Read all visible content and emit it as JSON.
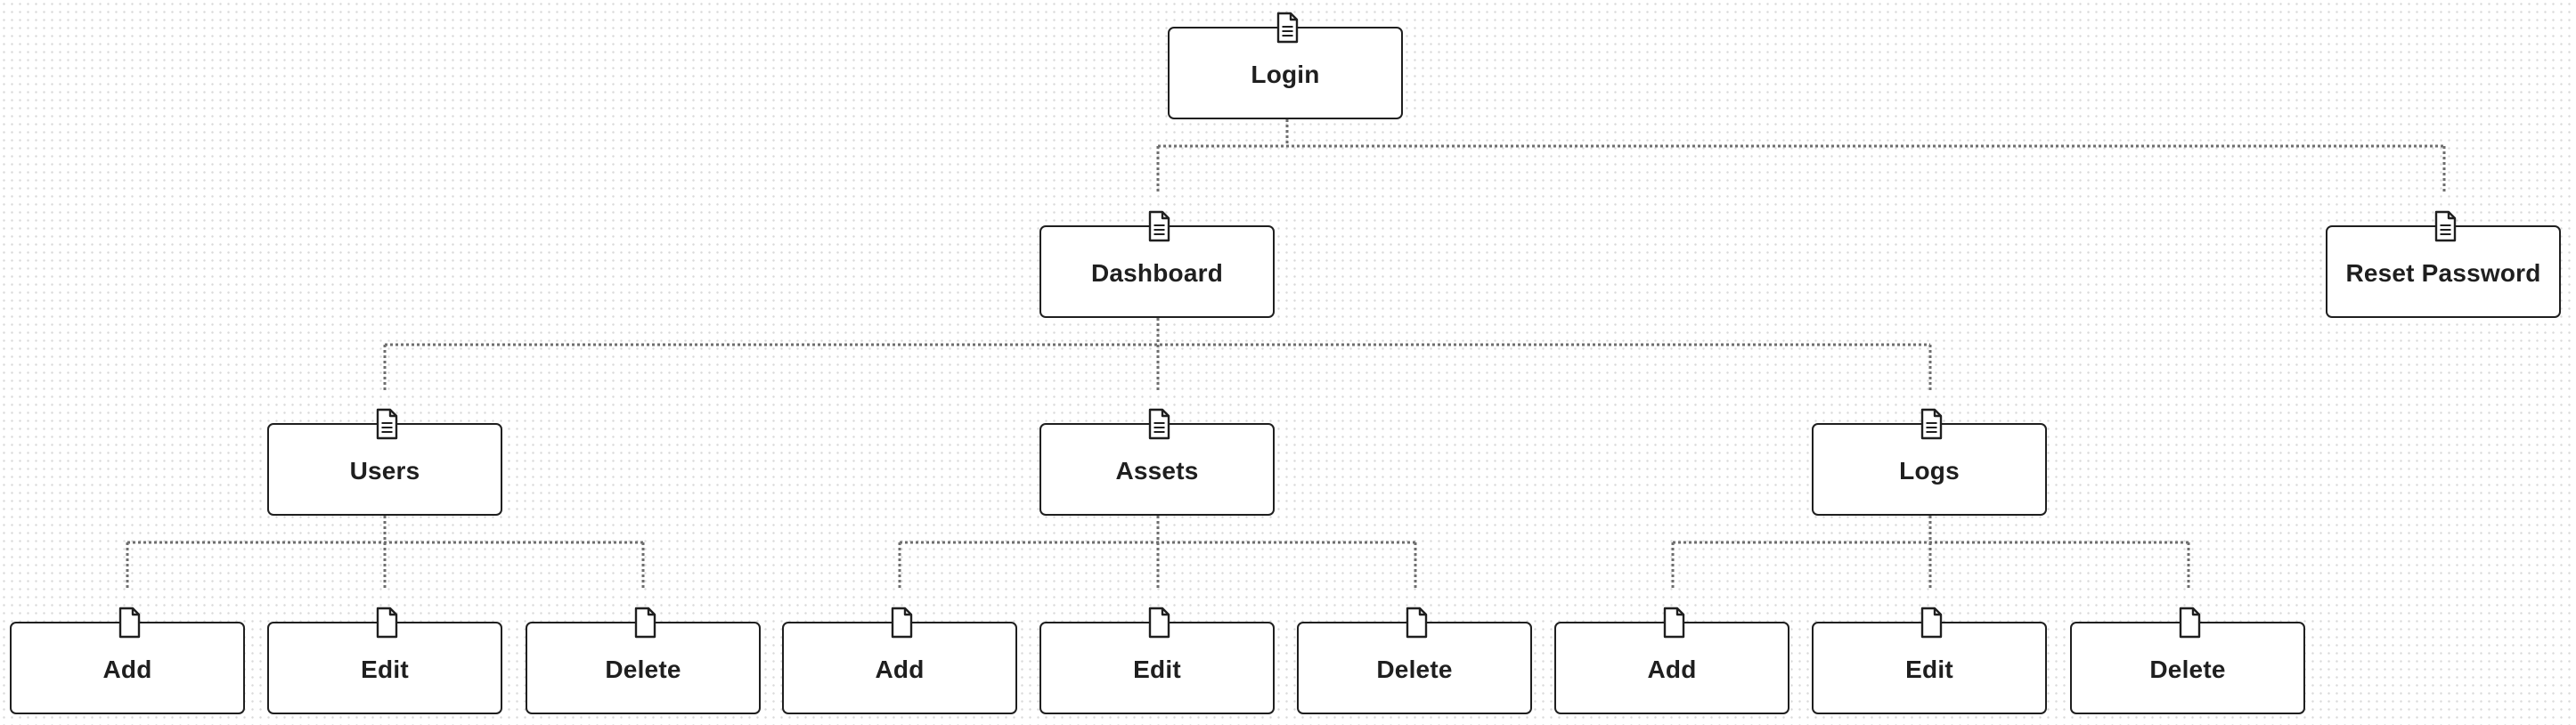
{
  "diagram": {
    "nodes": [
      {
        "id": "login",
        "label": "Login",
        "icon": "document-lines-icon"
      },
      {
        "id": "dashboard",
        "label": "Dashboard",
        "icon": "document-lines-icon"
      },
      {
        "id": "reset-password",
        "label": "Reset Password",
        "icon": "document-lines-icon"
      },
      {
        "id": "users",
        "label": "Users",
        "icon": "document-lines-icon"
      },
      {
        "id": "assets",
        "label": "Assets",
        "icon": "document-lines-icon"
      },
      {
        "id": "logs",
        "label": "Logs",
        "icon": "document-lines-icon"
      },
      {
        "id": "users-add",
        "label": "Add",
        "icon": "document-blank-icon"
      },
      {
        "id": "users-edit",
        "label": "Edit",
        "icon": "document-blank-icon"
      },
      {
        "id": "users-delete",
        "label": "Delete",
        "icon": "document-blank-icon"
      },
      {
        "id": "assets-add",
        "label": "Add",
        "icon": "document-blank-icon"
      },
      {
        "id": "assets-edit",
        "label": "Edit",
        "icon": "document-blank-icon"
      },
      {
        "id": "assets-delete",
        "label": "Delete",
        "icon": "document-blank-icon"
      },
      {
        "id": "logs-add",
        "label": "Add",
        "icon": "document-blank-icon"
      },
      {
        "id": "logs-edit",
        "label": "Edit",
        "icon": "document-blank-icon"
      },
      {
        "id": "logs-delete",
        "label": "Delete",
        "icon": "document-blank-icon"
      }
    ],
    "edges": [
      {
        "from": "login",
        "to": [
          "dashboard",
          "reset-password"
        ]
      },
      {
        "from": "dashboard",
        "to": [
          "users",
          "assets",
          "logs"
        ]
      },
      {
        "from": "users",
        "to": [
          "users-add",
          "users-edit",
          "users-delete"
        ]
      },
      {
        "from": "assets",
        "to": [
          "assets-add",
          "assets-edit",
          "assets-delete"
        ]
      },
      {
        "from": "logs",
        "to": [
          "logs-add",
          "logs-edit",
          "logs-delete"
        ]
      }
    ],
    "style": {
      "border_color": "#1f1f1f",
      "connector_color": "#6e6e6e",
      "background_color": "#ffffff",
      "dot_color": "#d9d9d9"
    }
  }
}
